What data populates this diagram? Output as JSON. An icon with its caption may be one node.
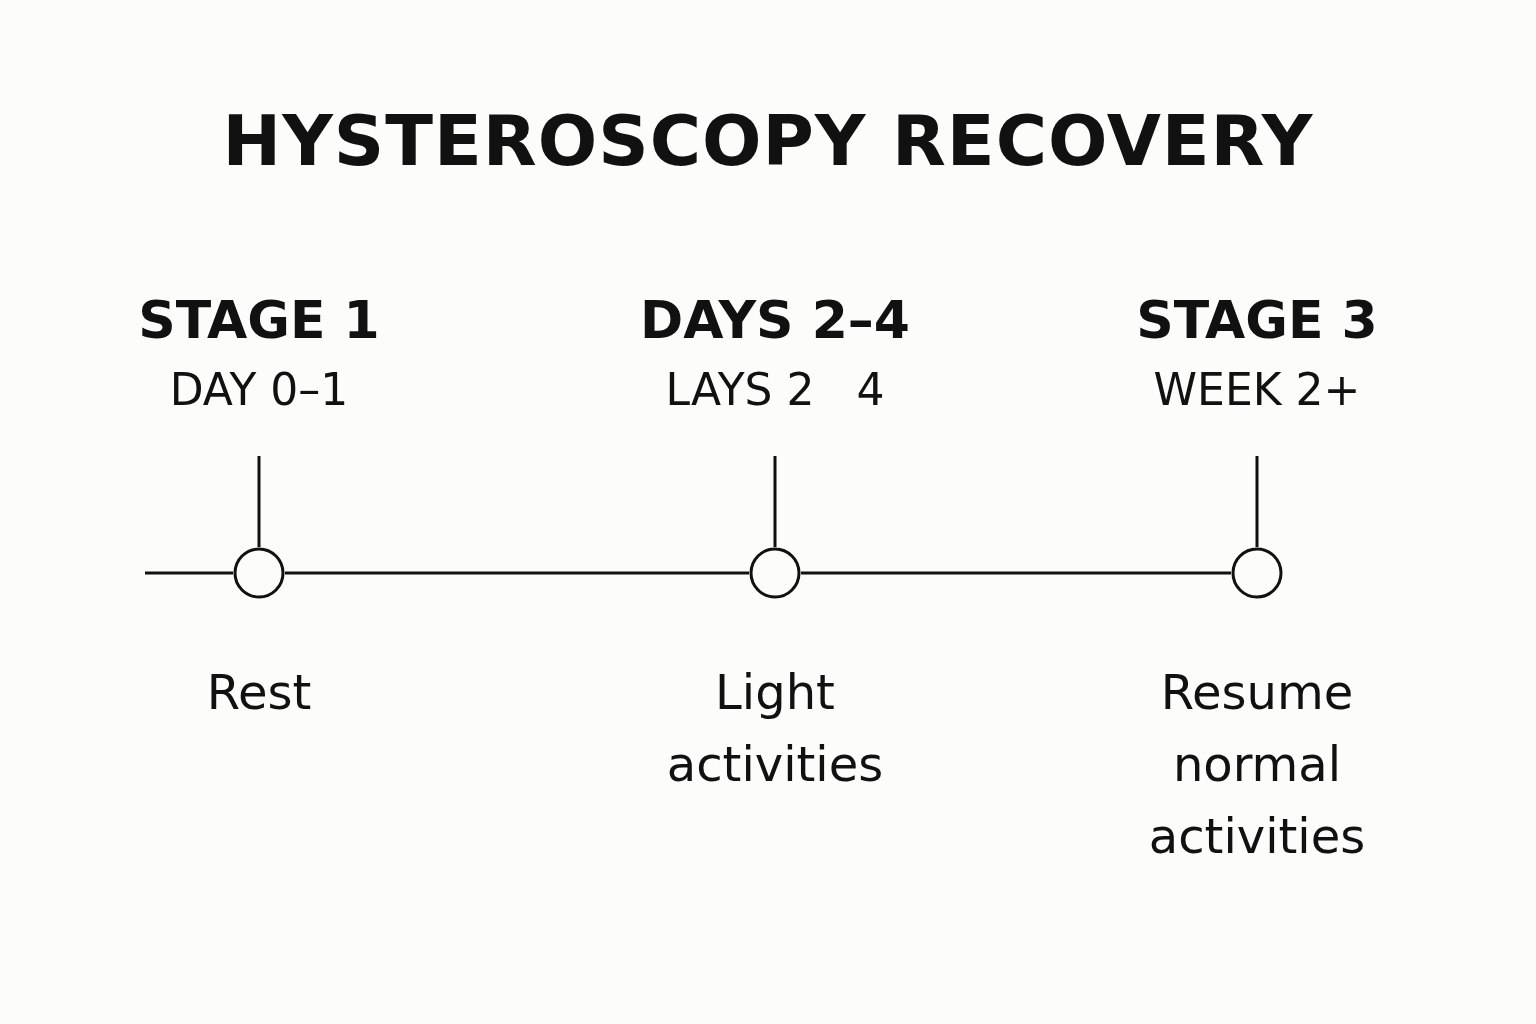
{
  "diagram": {
    "title": "HYSTEROSCOPY RECOVERY",
    "nodes": [
      {
        "text": [
          "STAGE 1",
          "DAY 0–1"
        ]
      },
      {
        "text": [
          "DAYS 2–4",
          "LAYS 2   4"
        ]
      },
      {
        "text": [
          "STAGE 3",
          "WEEK 2+"
        ]
      },
      {
        "text": [],
        "shape": "circle",
        "beside": [
          "Rest"
        ]
      },
      {
        "text": [],
        "shape": "circle",
        "beside": [
          "Light activities"
        ]
      },
      {
        "text": [],
        "shape": "circle",
        "beside": [
          "Resume normal activities"
        ]
      }
    ],
    "edges": [
      {
        "from": 0,
        "to": 3,
        "arrow": "none"
      },
      {
        "from": 1,
        "to": 4,
        "arrow": "none"
      },
      {
        "from": 2,
        "to": 5,
        "arrow": "none"
      },
      {
        "from": null,
        "to": 3,
        "arrow": "none"
      },
      {
        "from": 3,
        "to": 4,
        "arrow": "none"
      },
      {
        "from": 4,
        "to": 5,
        "arrow": "none"
      }
    ]
  }
}
